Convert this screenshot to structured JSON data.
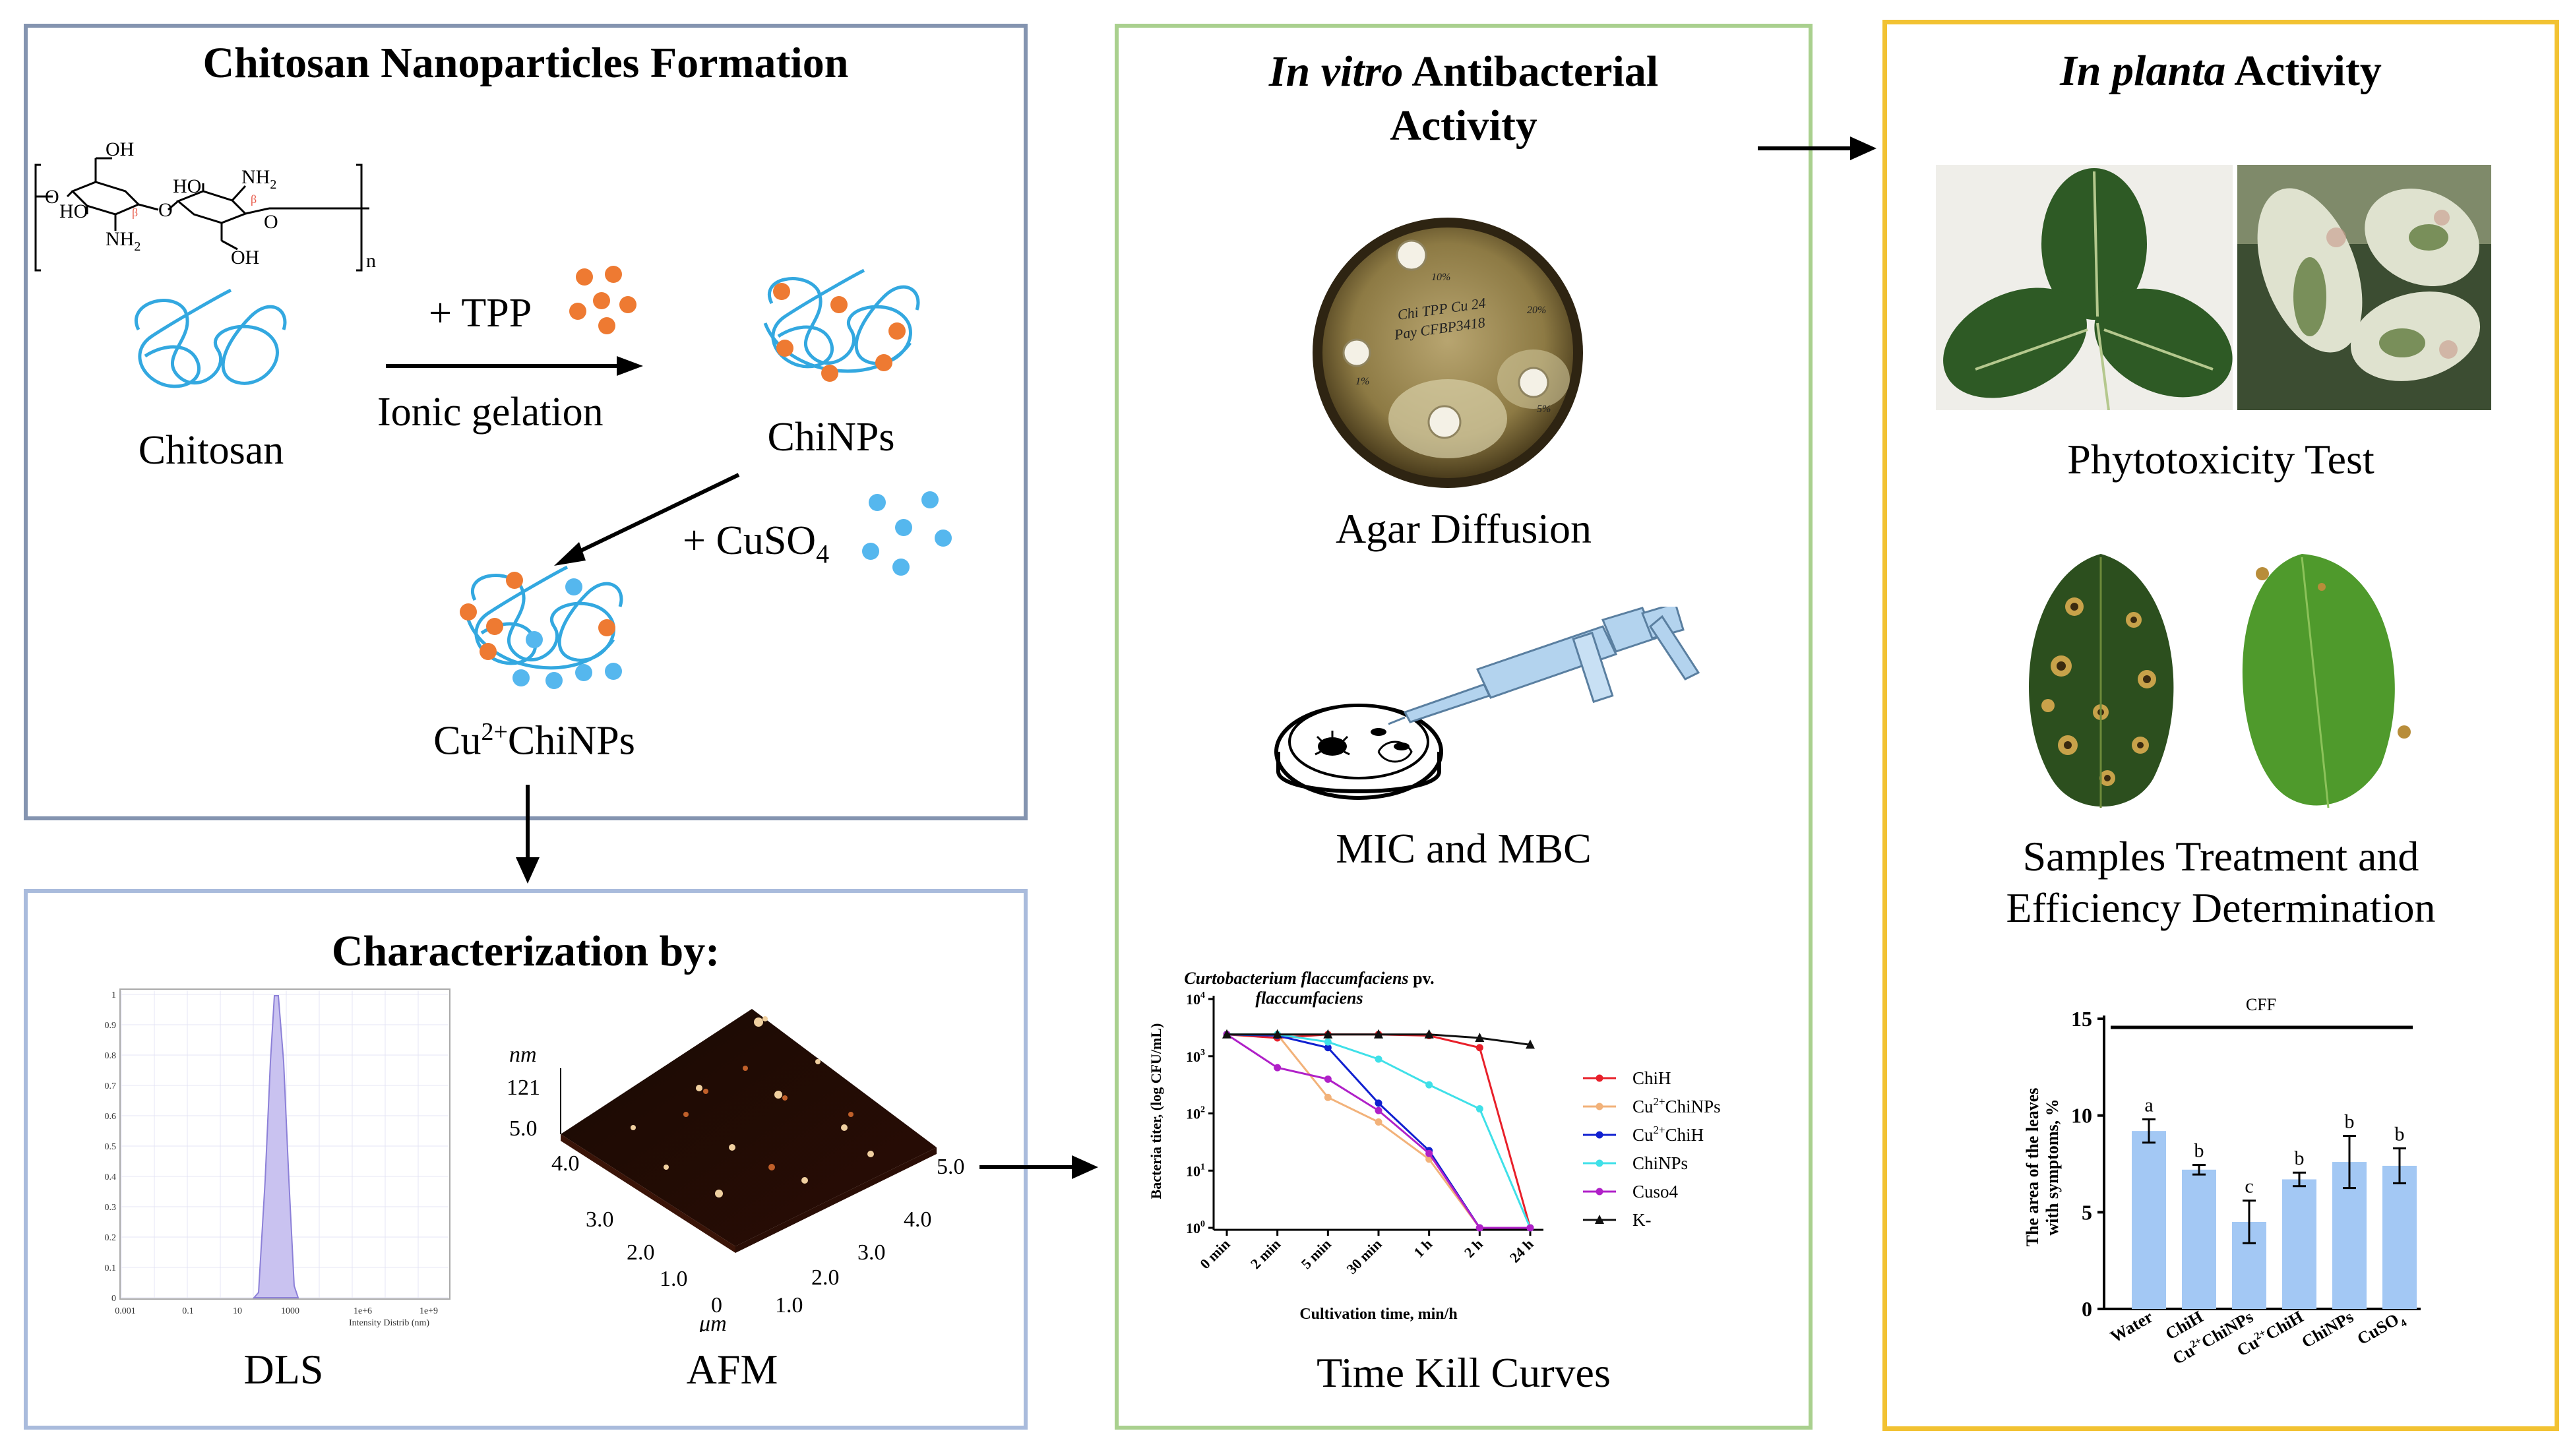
{
  "panels": {
    "formation": {
      "title": "Chitosan Nanoparticles Formation",
      "chitosan_label": "Chitosan",
      "tpp_label": "+ TPP",
      "ionic_label": "Ionic gelation",
      "chinps_label": "ChiNPs",
      "cuso4_prefix": "+ CuSO",
      "cuso4_sub": "4",
      "cu_prefix": "Cu",
      "cu_sup": "2+",
      "cu_suffix": "ChiNPs",
      "struct": {
        "oh1": "OH",
        "ho1": "HO",
        "nh2a": "NH",
        "nh2a_sub": "2",
        "o1": "O",
        "ho2": "HO",
        "nh2b": "NH",
        "nh2b_sub": "2",
        "o2": "O",
        "oh2": "OH",
        "o3": "O",
        "beta1": "β",
        "beta2": "β",
        "n": "n"
      }
    },
    "characterization": {
      "title": "Characterization by:",
      "dls_label": "DLS",
      "afm_label": "AFM",
      "dls_ticks": [
        "1",
        "0.9",
        "0.8",
        "0.7",
        "0.6",
        "0.5",
        "0.4",
        "0.3",
        "0.2",
        "0.1",
        "0"
      ],
      "dls_xticks": [
        "0.001",
        "0.1",
        "10",
        "1000",
        "1e+6",
        "1e+9"
      ],
      "dls_xlabel": "Intensity Distrib (nm)",
      "afm_nm": "nm",
      "afm_121": "121",
      "afm_um": "μm",
      "afm_left_ticks": [
        "5.0",
        "4.0",
        "3.0",
        "2.0",
        "1.0",
        "0"
      ],
      "afm_right_ticks": [
        "5.0",
        "4.0",
        "3.0",
        "2.0",
        "1.0"
      ]
    },
    "invitro": {
      "title_italic": "In vitro",
      "title_rest": " Antibacterial",
      "title_line2": "Activity",
      "agar_label": "Agar Diffusion",
      "mic_label": "MIC and MBC",
      "tkc_label": "Time Kill Curves",
      "plate_text": [
        "Chi TPP Cu 24",
        "Pay CFBP3418"
      ],
      "plate_marks": [
        "10%",
        "20%",
        "1%",
        "5%"
      ]
    },
    "inplanta": {
      "title_italic": "In planta",
      "title_rest": " Activity",
      "phyto_label": "Phytotoxicity Test",
      "samples_line1": "Samples Treatment and",
      "samples_line2": "Efficiency Determination"
    }
  },
  "colors": {
    "formation_border": "#8494b0",
    "characterization_border": "#a9bbdc",
    "invitro_border": "#a9d08e",
    "inplanta_border": "#f2c232",
    "chitosan_blue": "#33a8e0",
    "tpp_orange": "#ee7a32",
    "cu_blue": "#55b7ee"
  },
  "chart_data": [
    {
      "type": "line",
      "title": "Curtobacterium flaccumfaciens pv. flaccumfaciens",
      "title_italic_part": "Curtobacterium flaccumfaciens",
      "title_rest": " pv.",
      "title_line2": "flaccumfaciens",
      "xlabel": "Cultivation time, min/h",
      "ylabel": "Bacteria titer, (log CFU/mL)",
      "categories": [
        "0 min",
        "2 min",
        "5 min",
        "30 min",
        "1 h",
        "2 h",
        "24 h"
      ],
      "y_scale": "log10",
      "ylim": [
        1,
        10000
      ],
      "yticks": [
        {
          "base": "10",
          "exp": "0",
          "log": 0
        },
        {
          "base": "10",
          "exp": "1",
          "log": 1
        },
        {
          "base": "10",
          "exp": "2",
          "log": 2
        },
        {
          "base": "10",
          "exp": "3",
          "log": 3
        },
        {
          "base": "10",
          "exp": "4",
          "log": 4
        }
      ],
      "series": [
        {
          "name": "ChiH",
          "legend": [
            "ChiH"
          ],
          "color": "#e8202a",
          "marker": "circle",
          "log_values": [
            3.38,
            3.32,
            3.38,
            3.38,
            3.36,
            3.15,
            0
          ]
        },
        {
          "name": "Cu2+ChiNPs",
          "legend": [
            "Cu",
            "2+",
            "ChiNPs"
          ],
          "color": "#f2b27a",
          "marker": "circle",
          "log_values": [
            3.38,
            3.38,
            2.28,
            1.85,
            1.2,
            0,
            0
          ]
        },
        {
          "name": "Cu2+ChiH",
          "legend": [
            "Cu",
            "2+",
            "ChiH"
          ],
          "color": "#1020d0",
          "marker": "circle",
          "log_values": [
            3.38,
            3.36,
            3.15,
            2.18,
            1.35,
            0,
            0
          ]
        },
        {
          "name": "ChiNPs",
          "legend": [
            "ChiNPs"
          ],
          "color": "#3fe0e8",
          "marker": "circle",
          "log_values": [
            3.38,
            3.38,
            3.25,
            2.95,
            2.5,
            2.08,
            0
          ]
        },
        {
          "name": "Cuso4",
          "legend": [
            "Cuso4"
          ],
          "color": "#b020c8",
          "marker": "circle",
          "log_values": [
            3.38,
            2.8,
            2.6,
            2.05,
            1.3,
            0,
            0
          ]
        },
        {
          "name": "K-",
          "legend": [
            "K-"
          ],
          "color": "#111111",
          "marker": "triangle",
          "log_values": [
            3.38,
            3.38,
            3.38,
            3.38,
            3.38,
            3.32,
            3.2
          ]
        }
      ]
    },
    {
      "type": "bar",
      "title": "CFF",
      "ylabel_line1": "The area of the leaves",
      "ylabel_line2": "with symptoms, %",
      "ylim": [
        0,
        15
      ],
      "yticks": [
        "0",
        "5",
        "10",
        "15"
      ],
      "categories": [
        {
          "label": "Water"
        },
        {
          "label": "ChiH"
        },
        {
          "label": "Cu2+ChiNPs",
          "pre": "Cu",
          "sup": "2+",
          "post": "ChiNPs"
        },
        {
          "label": "Cu2+ChiH",
          "pre": "Cu",
          "sup": "2+",
          "post": "ChiH"
        },
        {
          "label": "ChiNPs"
        },
        {
          "label": "CuSO4",
          "pre": "CuSO",
          "sub": "4"
        }
      ],
      "values": [
        9.2,
        7.2,
        4.5,
        6.7,
        7.6,
        7.4
      ],
      "errors": [
        0.6,
        0.25,
        1.1,
        0.35,
        1.35,
        0.9
      ],
      "letters": [
        "a",
        "b",
        "c",
        "b",
        "b",
        "b"
      ],
      "bar_color": "#a3c8f4"
    }
  ]
}
